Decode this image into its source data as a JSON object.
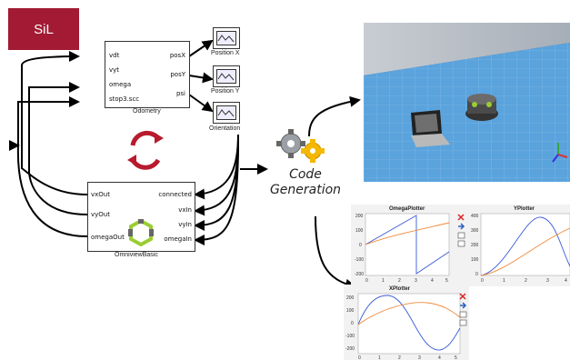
{
  "sil_label": "SiL",
  "odometry": {
    "title": "Odometry",
    "inputs": [
      "vdt",
      "vyt",
      "omega",
      "stop3.scc"
    ],
    "outputs": [
      "posX",
      "posY",
      "psi"
    ]
  },
  "scopes": [
    "Position X",
    "Position Y",
    "Orientation"
  ],
  "omni": {
    "title": "OmniviewBasic",
    "inputs": [
      "connected",
      "vxIn",
      "vyIn",
      "omegaIn"
    ],
    "outputs": [
      "vxOut",
      "vyOut",
      "omegaOut"
    ]
  },
  "codegen": {
    "line1": "Code",
    "line2": "Generation"
  },
  "plots": [
    {
      "title": "OmegaPlotter",
      "yticks": [
        "200",
        "100",
        "0",
        "-100",
        "-200"
      ],
      "xticks": [
        "0",
        "1",
        "2",
        "3",
        "4",
        "5"
      ]
    },
    {
      "title": "YPlotter",
      "yticks": [
        "400",
        "300",
        "200",
        "100",
        "0"
      ],
      "xticks": [
        "0",
        "1",
        "2",
        "3",
        "4"
      ]
    },
    {
      "title": "XPlotter",
      "yticks": [
        "200",
        "100",
        "0",
        "-100",
        "-200"
      ],
      "xticks": [
        "0",
        "1",
        "2",
        "3",
        "4",
        "5"
      ]
    }
  ],
  "colors": {
    "sil_bg": "#a21a33",
    "series_blue": "#3b5bd6",
    "series_orange": "#f08a3c",
    "sim_sky": "#2d6fb7"
  }
}
